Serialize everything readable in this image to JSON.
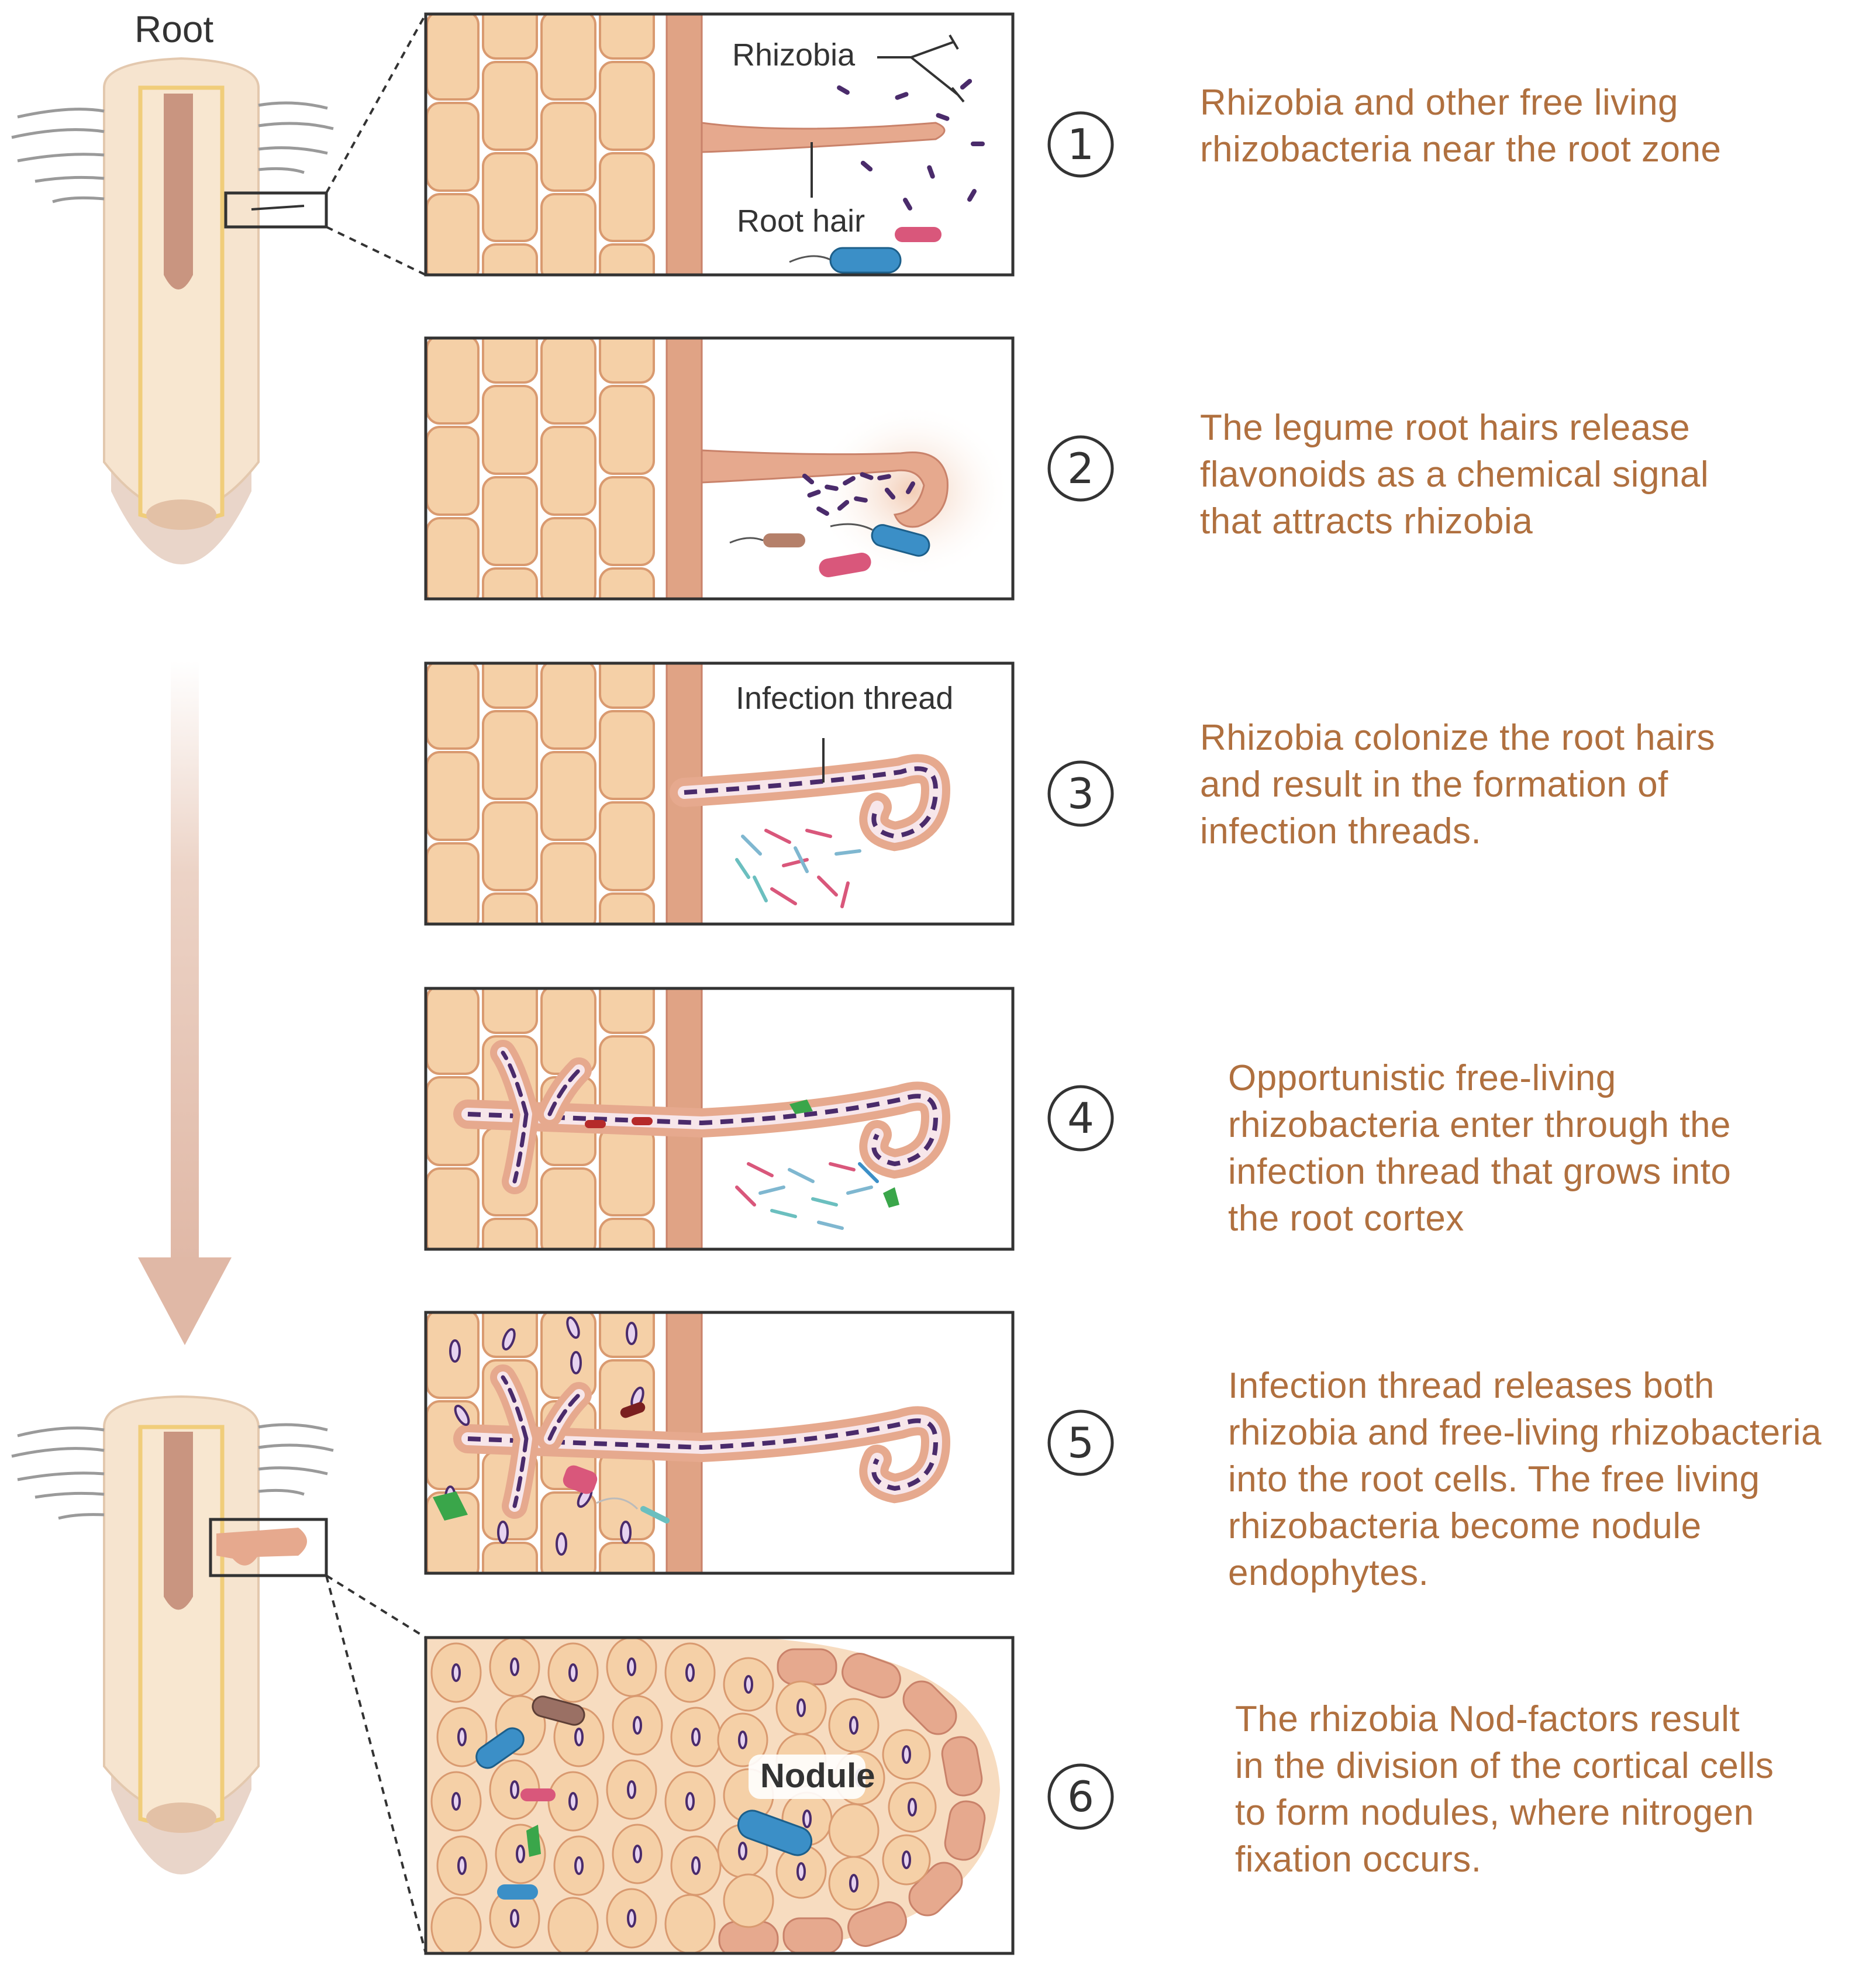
{
  "labels": {
    "root": "Root",
    "rhizobia": "Rhizobia",
    "root_hair": "Root hair",
    "infection_thread": "Infection thread",
    "nodule": "Nodule"
  },
  "steps": [
    {
      "number": "1",
      "text": "Rhizobia and other free living\nrhizobacteria near the root zone"
    },
    {
      "number": "2",
      "text": "The legume root hairs release\nflavonoids as a chemical signal\nthat attracts rhizobia"
    },
    {
      "number": "3",
      "text": "Rhizobia colonize the root hairs\nand result in the formation of\ninfection threads."
    },
    {
      "number": "4",
      "text": "Opportunistic free-living\nrhizobacteria enter through the\ninfection thread that grows into\nthe root cortex"
    },
    {
      "number": "5",
      "text": "Infection thread releases both\nrhizobia and free-living rhizobacteria\ninto the root cells. The free living\nrhizobacteria become nodule\nendophytes."
    },
    {
      "number": "6",
      "text": "The rhizobia Nod-factors result\nin the division of the cortical cells\nto form nodules, where nitrogen\nfixation occurs."
    }
  ],
  "colors": {
    "text": "#b0703f",
    "cell_fill": "#f5d0a7",
    "cell_stroke": "#d99a70",
    "epidermis": "#e0a385",
    "rhizobia": "#4a2b6b",
    "blue_bacterium": "#3b8fc7",
    "pink_bacterium": "#d9577b",
    "green_bacterium": "#3aa64a"
  }
}
